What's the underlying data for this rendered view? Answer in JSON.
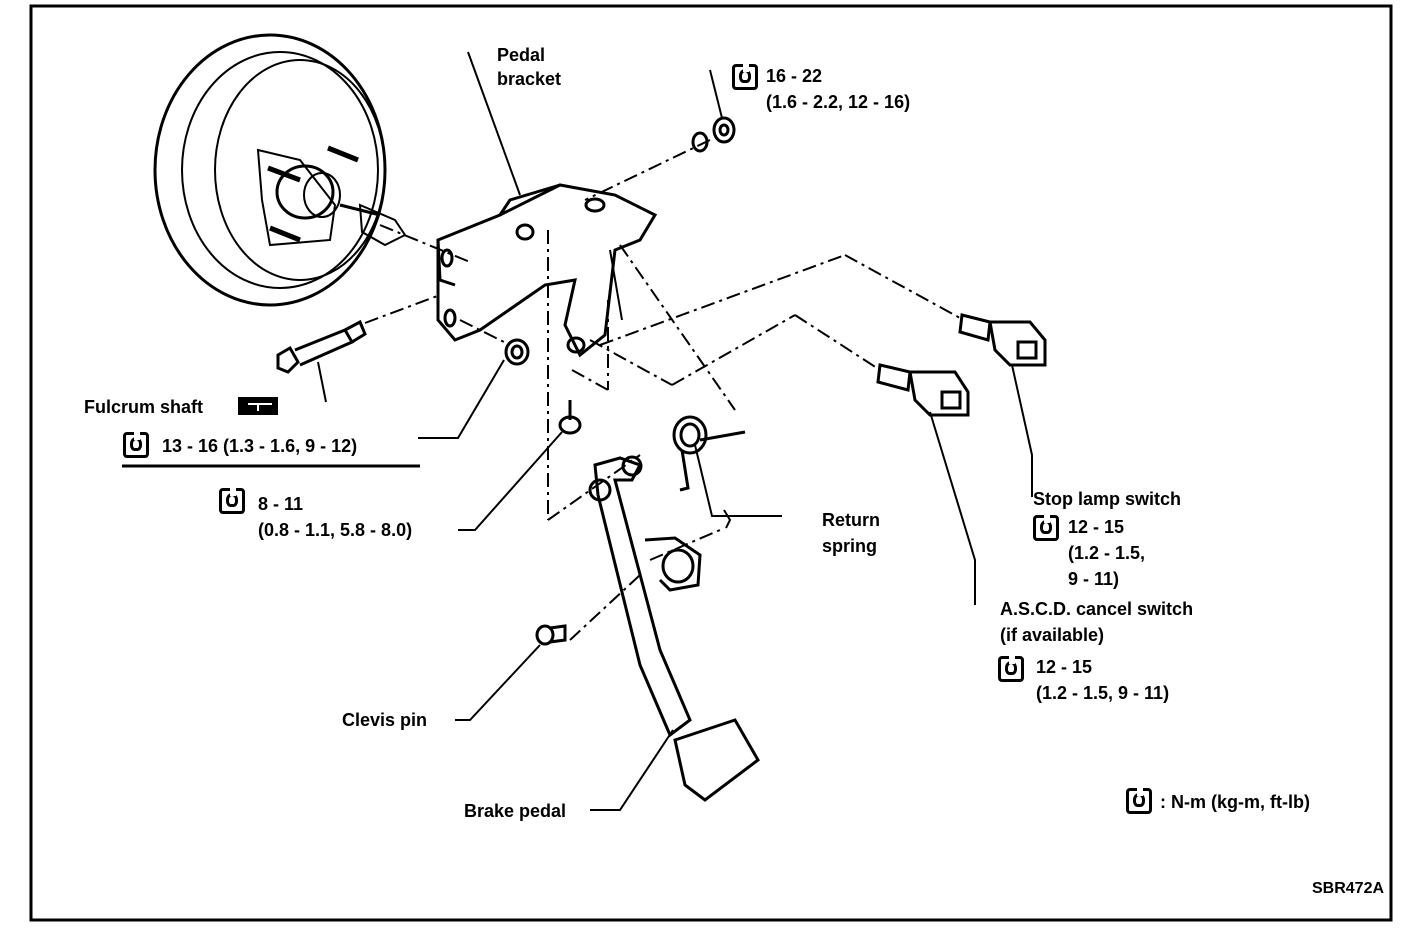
{
  "labels": {
    "pedal_bracket_1": "Pedal",
    "pedal_bracket_2": "bracket",
    "top_torque_1": "16 - 22",
    "top_torque_2": "(1.6 - 2.2, 12 - 16)",
    "fulcrum_shaft": "Fulcrum shaft",
    "fulcrum_torque": "13 - 16 (1.3 - 1.6, 9 - 12)",
    "mid_torque_1": "8 - 11",
    "mid_torque_2": "(0.8 - 1.1, 5.8 - 8.0)",
    "return_spring_1": "Return",
    "return_spring_2": "spring",
    "stop_lamp_switch": "Stop lamp switch",
    "stop_torque_1": "12 - 15",
    "stop_torque_2": "(1.2 - 1.5,",
    "stop_torque_3": "9 - 11)",
    "ascd_1": "A.S.C.D. cancel switch",
    "ascd_2": "(if available)",
    "ascd_torque_1": "12 - 15",
    "ascd_torque_2": "(1.2 - 1.5, 9 - 11)",
    "clevis_pin": "Clevis pin",
    "brake_pedal": "Brake pedal",
    "legend_units": ":  N-m (kg-m, ft-lb)",
    "figure_code": "SBR472A"
  },
  "icons": {
    "torque": "tightening-torque-wrench-icon",
    "grease": "grease-point-icon"
  }
}
